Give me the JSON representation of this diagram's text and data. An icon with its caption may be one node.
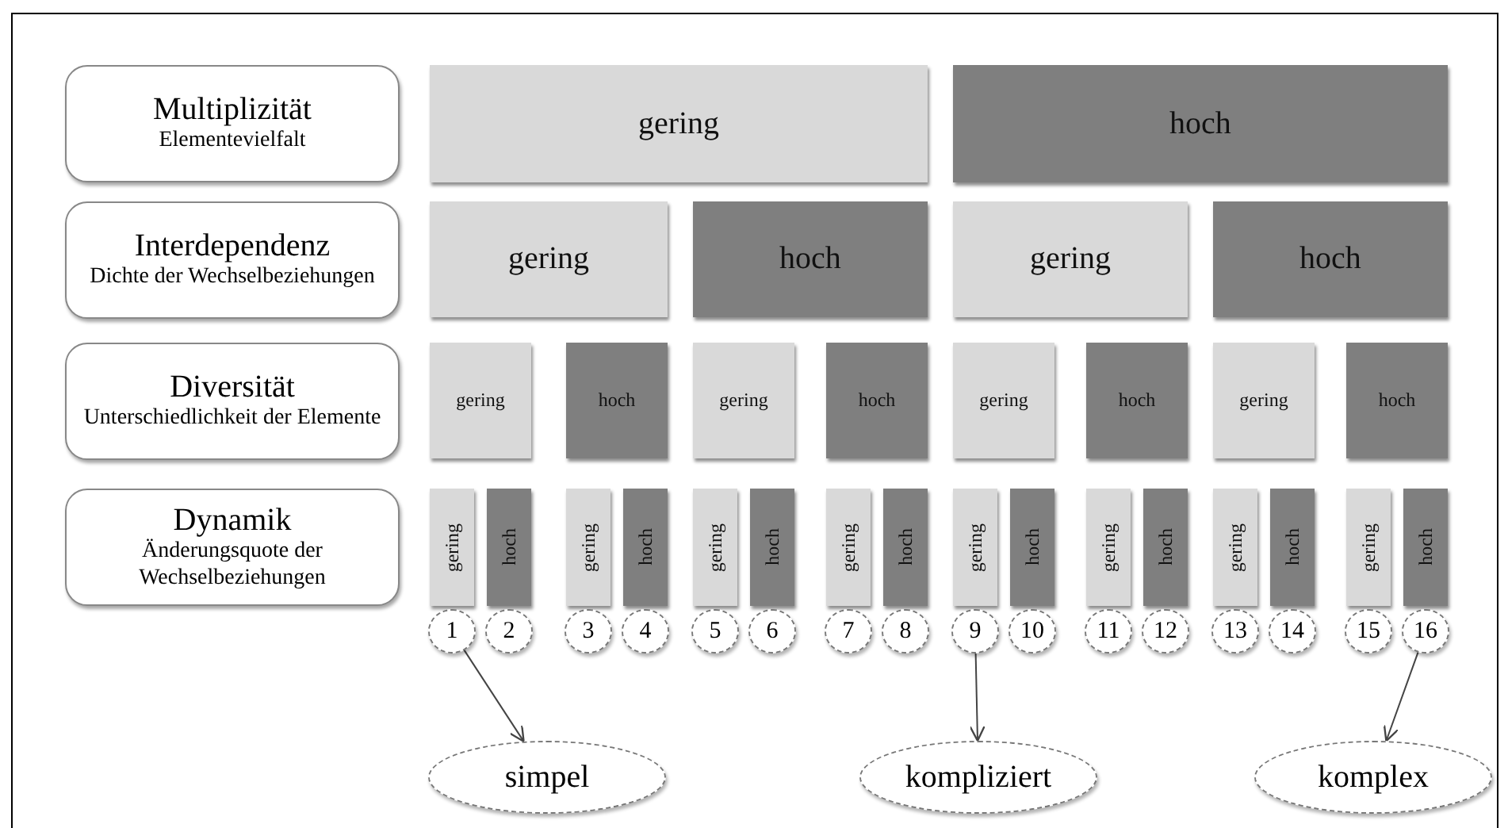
{
  "diagram": {
    "nodes": [
      {
        "text": [
          "Multiplizität",
          "Elementevielfalt"
        ]
      },
      {
        "text": [
          "Interdependenz",
          "Dichte der Wechselbeziehungen"
        ]
      },
      {
        "text": [
          "Diversität",
          "Unterschiedlichkeit der Elemente"
        ]
      },
      {
        "text": [
          "Dynamik",
          "Änderungsquote der Wechselbeziehungen"
        ]
      },
      {
        "text": [
          "gering"
        ]
      },
      {
        "text": [
          "hoch"
        ]
      },
      {
        "text": [
          "gering"
        ]
      },
      {
        "text": [
          "hoch"
        ]
      },
      {
        "text": [
          "gering"
        ]
      },
      {
        "text": [
          "hoch"
        ]
      },
      {
        "text": [
          "gering"
        ]
      },
      {
        "text": [
          "hoch"
        ]
      },
      {
        "text": [
          "gering"
        ]
      },
      {
        "text": [
          "hoch"
        ]
      },
      {
        "text": [
          "gering"
        ]
      },
      {
        "text": [
          "hoch"
        ]
      },
      {
        "text": [
          "gering"
        ]
      },
      {
        "text": [
          "hoch"
        ]
      },
      {
        "text": [
          "gering"
        ]
      },
      {
        "text": [
          "hoch"
        ]
      },
      {
        "text": [
          "gering"
        ]
      },
      {
        "text": [
          "hoch"
        ]
      },
      {
        "text": [
          "gering"
        ]
      },
      {
        "text": [
          "hoch"
        ]
      },
      {
        "text": [
          "gering"
        ]
      },
      {
        "text": [
          "hoch"
        ]
      },
      {
        "text": [
          "gering"
        ]
      },
      {
        "text": [
          "hoch"
        ]
      },
      {
        "text": [
          "gering"
        ]
      },
      {
        "text": [
          "hoch"
        ]
      },
      {
        "text": [
          "gering"
        ]
      },
      {
        "text": [
          "hoch"
        ]
      },
      {
        "text": [
          "gering"
        ]
      },
      {
        "text": [
          "hoch"
        ]
      },
      {
        "text": [
          "1"
        ]
      },
      {
        "text": [
          "2"
        ]
      },
      {
        "text": [
          "3"
        ]
      },
      {
        "text": [
          "4"
        ]
      },
      {
        "text": [
          "5"
        ]
      },
      {
        "text": [
          "6"
        ]
      },
      {
        "text": [
          "7"
        ]
      },
      {
        "text": [
          "8"
        ]
      },
      {
        "text": [
          "9"
        ]
      },
      {
        "text": [
          "10"
        ]
      },
      {
        "text": [
          "11"
        ]
      },
      {
        "text": [
          "12"
        ]
      },
      {
        "text": [
          "13"
        ]
      },
      {
        "text": [
          "14"
        ]
      },
      {
        "text": [
          "15"
        ]
      },
      {
        "text": [
          "16"
        ]
      },
      {
        "text": [
          "simpel"
        ]
      },
      {
        "text": [
          "kompliziert"
        ]
      },
      {
        "text": [
          "komplex"
        ]
      }
    ],
    "edges": [
      {
        "from": 34,
        "to": 50,
        "arrow": "to"
      },
      {
        "from": 42,
        "to": 51,
        "arrow": "to"
      },
      {
        "from": 49,
        "to": 52,
        "arrow": "to"
      }
    ]
  }
}
